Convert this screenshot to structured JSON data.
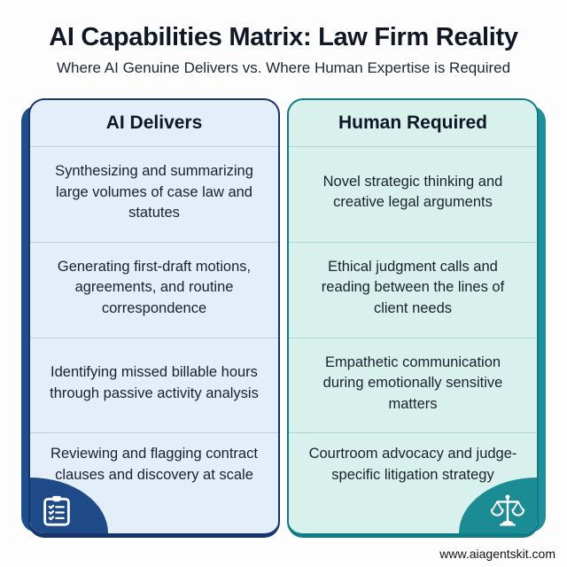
{
  "page": {
    "title": "AI Capabilities Matrix: Law Firm Reality",
    "subtitle": "Where AI Genuine Delivers vs. Where Human Expertise is Required",
    "footer": "www.aiagentskit.com"
  },
  "colors": {
    "ai_accent": "#1f4e8c",
    "ai_border": "#16356b",
    "ai_bg": "#e4eefa",
    "human_accent": "#1f8f99",
    "human_border": "#117c87",
    "human_bg": "#d9f1ec",
    "text": "#18222f"
  },
  "columns": [
    {
      "id": "ai-delivers",
      "header": "AI Delivers",
      "icon": "clipboard-checklist-icon",
      "rows": [
        "Synthesizing and summarizing large volumes of case law and statutes",
        "Generating first-draft motions, agreements, and routine correspondence",
        "Identifying missed billable hours through passive activity analysis",
        "Reviewing and flagging contract clauses and discovery at scale"
      ]
    },
    {
      "id": "human-required",
      "header": "Human Required",
      "icon": "scales-of-justice-icon",
      "rows": [
        "Novel strategic thinking and creative legal arguments",
        "Ethical judgment calls and reading between the lines of client needs",
        "Empathetic communication during emotionally sensitive matters",
        "Courtroom advocacy and judge-specific litigation strategy"
      ]
    }
  ]
}
